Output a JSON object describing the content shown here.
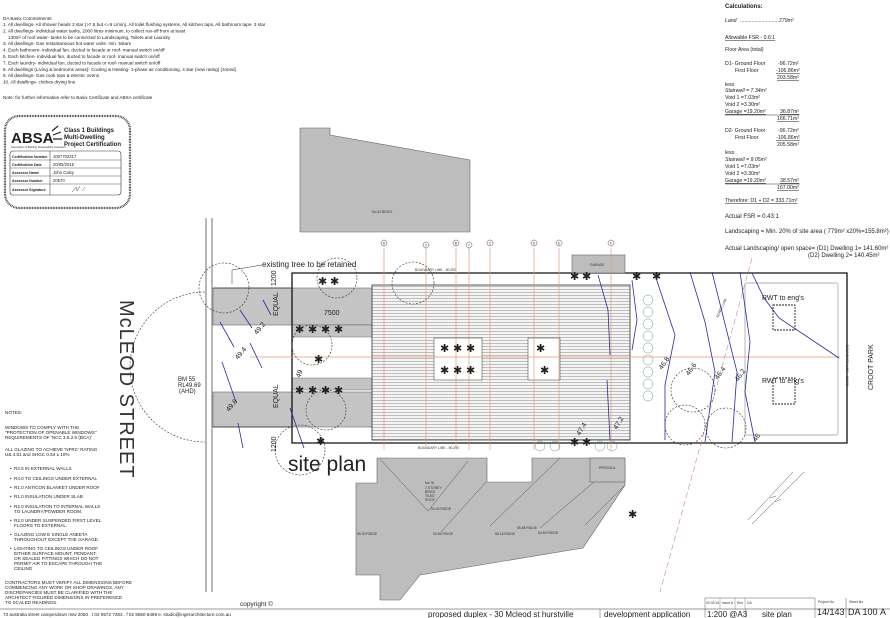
{
  "basix": {
    "title": "DA Basix Commitments:",
    "items": [
      "1. All dwellings- All shower heads 3 star (>7.5 but <=9 L/min), All toilet flushing systems, All kitchen taps, All bathroom taps- 3 star",
      "2. All dwellings- individual water tanks, 2000 litres minimum, to collect run-off from at least",
      "130m² of roof water- tanks to be connected to Landscaping, Toilets and Laundry",
      "3. All dwellings- Gas Instantaneous hot water units- min. 5stars",
      "4. Each bathroom- individual fan, ducted to facade or roof- manual switch on/off",
      "5. Each kitchen- individual fan, ducted to facade or roof- manual switch on/off",
      "7. Each laundry- individual fan, ducted to facade or roof- manual switch on/off",
      "8. All dwellings (Living & bedrooms areas)- Cooling & Heating- 1-phase air conditioning, 4 star (new rating) (zoned)",
      "9. All dwellings- Gas cook tops & electric ovens",
      "10. All dwellings- clothes drying line"
    ],
    "note": "Note: for further information refer to Basix Certificate and ABSA certificate"
  },
  "absa": {
    "logo": "ABSA",
    "logo_sub": "Association of Building Sustainability Assessors",
    "heading": [
      "Class 1 Buildings",
      "Multi-Dwelling",
      "Project Certification"
    ],
    "rows": [
      {
        "label": "Certification Number",
        "value": "1007702317"
      },
      {
        "label": "Certification Date",
        "value": "20/05/2015"
      },
      {
        "label": "Assessor Name",
        "value": "John Caley"
      },
      {
        "label": "Assessor Number",
        "value": "20570"
      },
      {
        "label": "Assessor Signature",
        "value": ""
      }
    ]
  },
  "calculations": {
    "title": "Calculations:",
    "land_label": "Land",
    "land_value": "779m²",
    "allowable_fsr": "Allowable FSR - 0.6:1",
    "floor_area": "Floor Area (total)",
    "d1": {
      "ground_label": "D1- Ground Floor",
      "ground": "-96.72m²",
      "first_label": "First Floor",
      "first": "-106.86m²",
      "total": "203.58m²",
      "less": "less",
      "stairwell": "Stairwell = 7.34m²",
      "void1": "Void 1    =7.03m²",
      "void2": "Void 2    =3.30m²",
      "garage": "Garage  =19.20m²",
      "garage_sum": "36.87m²",
      "net": "166.71m²"
    },
    "d2": {
      "ground_label": "D2- Ground Floor",
      "ground": "-96.72m²",
      "first_label": "First Floor",
      "first": "-106.86m²",
      "total": "205.58m²",
      "less": "less",
      "stairwell": "Stairwell = 9.05m²",
      "void1": "Void 1    =7.03m²",
      "void2": "Void 2    =3.30m²",
      "garage": "Garage  =19.20m²",
      "garage_sum": "38.57m²",
      "net": "167.00m²"
    },
    "therefore": "Therefore: D1 + D2 =    333.71m²",
    "actual_fsr": "Actual FSR = 0.43:1",
    "landscaping": "Landscaping = Min. 20% of site area ( 779m² x20%=155.8m²)",
    "actual_landscaping": "Actual Landscaping/ open space= (D1) Dwelling 1= 141.60m²",
    "actual_landscaping_d2": "(D2) Dwelling 2= 140.45m²"
  },
  "notes": {
    "title": "NOTES:",
    "windows": [
      "WINDOWS TO COMPLY WITH THE",
      "\"PROTECTION OF OPENABLE WINDOWS\"",
      "REQUIREMENTS OF 'NCC 3.9.2.5 (BCA)'"
    ],
    "glazing": [
      "ALL GLAZING TO ACHIEVE 'NFRC' RATING",
      "U& 4.61 and SHGC 0.54 ± 10%"
    ],
    "bullets": [
      [
        "R2.5 IN EXTERNAL WALLS"
      ],
      [
        "R4.0 TO CEILINGS UNDER EXTERNAL"
      ],
      [
        "R1.0 ANTICON BLANKET UNDER ROOF"
      ],
      [
        "R1.0 INSULATION UNDER SLAB"
      ],
      [
        "R2.0 INSULATION TO INTERNAL WALLS",
        "TO LAUNDRY/POWDER ROOM."
      ],
      [
        "R2.0 UNDER SUSPENDED FIRST LEVEL",
        "FLOORS TO EXTERNAL."
      ],
      [
        "GLAZING LOW E SINGLE ANEETA",
        "THROUGHOUT EXCEPT THE GARAGE."
      ],
      [
        "LIGHTING TO CEILINGS UNDER ROOF",
        "EITHER SURFACE MOUNT, PENDANT,",
        "OR SEALED FITTINGS WHICH DO NOT",
        "PERMIT AIR TO ESCAPE THROUGH THE",
        "CEILING"
      ]
    ],
    "contractors": [
      "CONTRACTORS MUST VERIFY ALL DIMENSIONS BEFORE",
      "COMMENCING ANY WORK OR SHOP DRAWINGS. ANY",
      "DISCREPANCIES MUST BE CLARIFIED WITH THE",
      "ARCHITECT FIGURED DIMENSIONS IN PREFERENCE",
      "TO SCALED READINGS."
    ]
  },
  "plan": {
    "street": "McLEOD  STREET",
    "park": "CROOT PARK",
    "site_plan": "site plan",
    "tree_note": "existing tree to be retained",
    "benchmark": [
      "BM 55",
      "RL49.69",
      "(AHD)"
    ],
    "equal": "EQUAL",
    "dim_1200": "1200",
    "dim_7500": "7500",
    "boundary_top": "BOUNDARY LINE - 50.290",
    "boundary_bottom": "BOUNDARY LINE - 50.290",
    "boundary_right": "BOUNDARY LINE - 15.505",
    "sewer": "SEWER LINE",
    "garage": "GARAGE",
    "pergola": "PERGOLA",
    "rwt": "RWT to eng's",
    "grid_labels": [
      "A",
      "X",
      "B",
      "Y",
      "C",
      "D",
      "E",
      "F"
    ],
    "contours": [
      "49.2",
      "49.4",
      "49.6",
      "49",
      "47.4",
      "47.2",
      "46.8",
      "46.6",
      "46.4",
      "46.2",
      "46"
    ],
    "neighbour_top": "No.32 BRICK",
    "neighbour_bottom": [
      "No.76",
      "2 STOREY",
      "BRICK",
      "TILED",
      "ROOF"
    ],
    "ridges": [
      "54.40 RIDGE",
      "55.30 RIDGE",
      "54.84 RIDGE",
      "56.16 RIDGE",
      "55.84 RIDGE",
      "54.84 RIDGE"
    ],
    "copyright": "copyright ©"
  },
  "title_block": {
    "address": "73 australia street camperdown nsw 2050 . t 02 9572 7283 . f 02 9550 6469 e. studio@ingerarchitecture.com.au",
    "project": "proposed duplex - 30 Mcleod st hurstville",
    "stage": "development application",
    "scale": "1:200 @A3",
    "drawing": "site plan",
    "project_no_label": "Project No",
    "project_no": "14/143",
    "sheet_no_label": "Sheet No",
    "sheet_no": "DA 100",
    "revision": "A",
    "rev_date": "20.05.15",
    "rev_issue": "Issue A",
    "rev_label": "Rev",
    "rev_desc": "DA"
  }
}
